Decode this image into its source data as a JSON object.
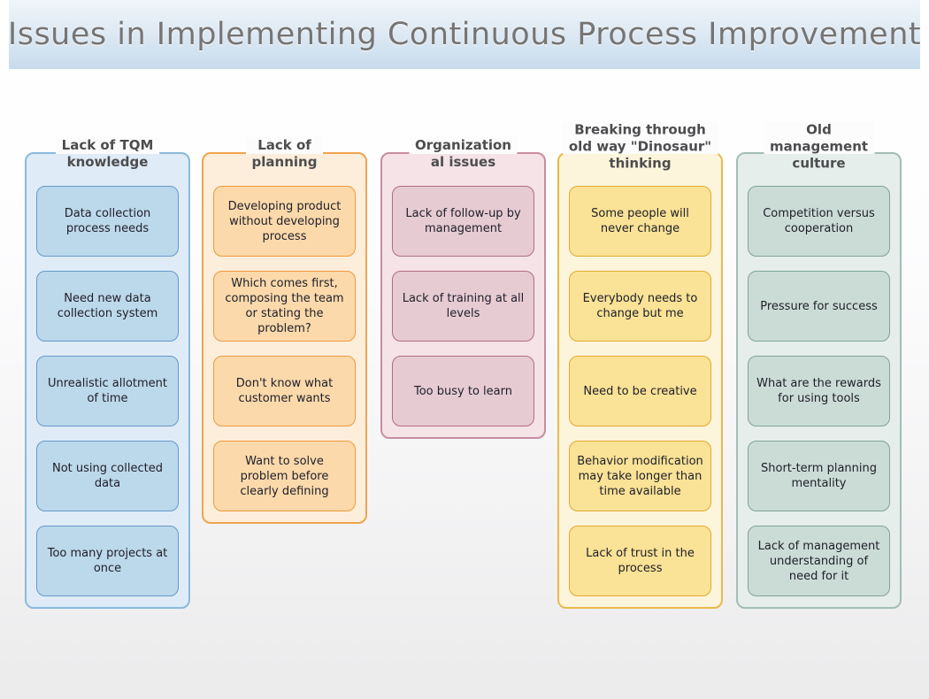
{
  "title": "Issues in Implementing Continuous Process Improvement",
  "title_band_colors": {
    "top": "#eff5fa",
    "bottom": "#c7dbec",
    "text": "#757575"
  },
  "page_background": "#ebebec",
  "columns": [
    {
      "id": "lack-of-tqm-knowledge",
      "header": "Lack of TQM\nknowledge",
      "colors": {
        "panel_bg": "#dfecf7",
        "panel_border": "#8ab9dc",
        "item_bg": "#bcd8eb",
        "item_border": "#6699c8"
      },
      "items": [
        "Data collection process needs",
        "Need new data collection system",
        "Unrealistic allotment of time",
        "Not using collected data",
        "Too many projects at once"
      ]
    },
    {
      "id": "lack-of-planning",
      "header": "Lack of\nplanning",
      "colors": {
        "panel_bg": "#fdeedb",
        "panel_border": "#f1a34f",
        "item_bg": "#fbd9ab",
        "item_border": "#ee993d"
      },
      "items": [
        "Developing product without developing process",
        "Which comes first, composing the team or stating the problem?",
        "Don't know what customer wants",
        "Want to solve problem before clearly defining"
      ]
    },
    {
      "id": "organizational-issues",
      "header": "Organization\nal issues",
      "colors": {
        "panel_bg": "#f5e3e8",
        "panel_border": "#c78da0",
        "item_bg": "#e6cbd3",
        "item_border": "#b26c85"
      },
      "items": [
        "Lack of follow-up by management",
        "Lack of training at all levels",
        "Too busy to learn"
      ]
    },
    {
      "id": "dinosaur-thinking",
      "header": "Breaking through\nold way \"Dinosaur\"\nthinking",
      "colors": {
        "panel_bg": "#fdf5db",
        "panel_border": "#e8ba4b",
        "item_bg": "#fae296",
        "item_border": "#e0ab31"
      },
      "items": [
        "Some people will never change",
        "Everybody needs to change but me",
        "Need to be creative",
        "Behavior modification may take longer than time available",
        "Lack of trust in the process"
      ]
    },
    {
      "id": "old-management-culture",
      "header": "Old\nmanagement\nculture",
      "colors": {
        "panel_bg": "#e5eeea",
        "panel_border": "#a3bdb6",
        "item_bg": "#cbdcd6",
        "item_border": "#7fa29a"
      },
      "items": [
        "Competition versus cooperation",
        "Pressure for success",
        "What are the rewards for using tools",
        "Short-term planning mentality",
        "Lack of management understanding of need for it"
      ]
    }
  ]
}
